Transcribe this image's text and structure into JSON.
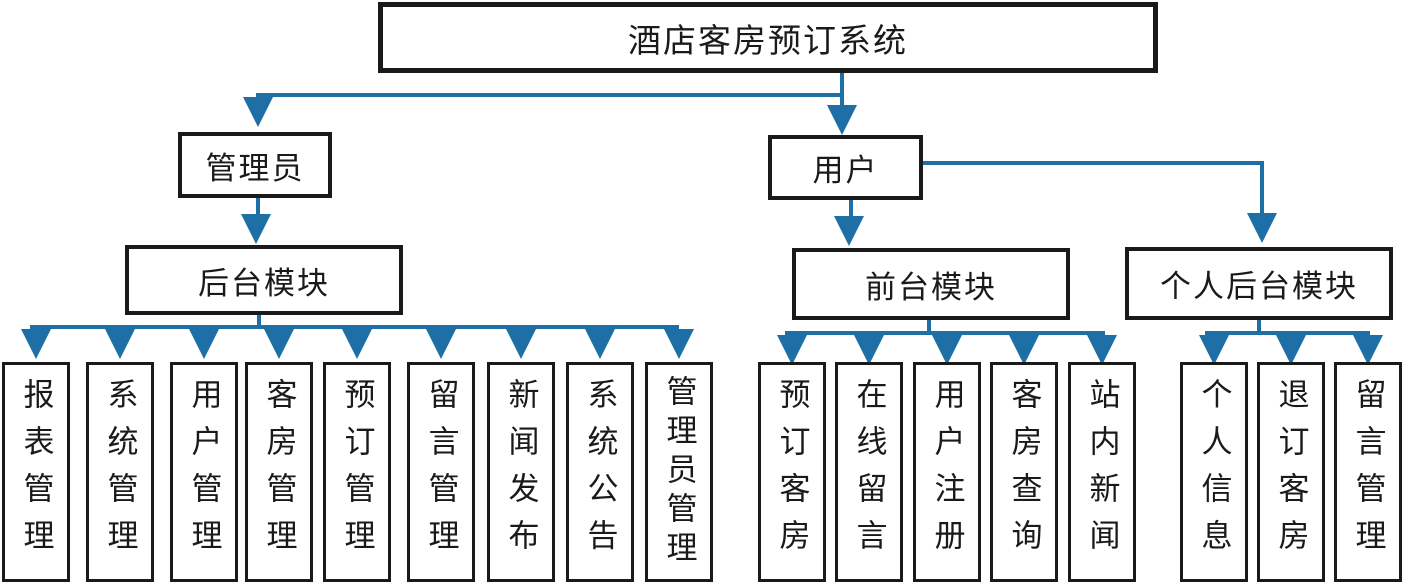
{
  "diagram": {
    "title": "酒店客房预订系统",
    "actors": {
      "admin": "管理员",
      "user": "用户"
    },
    "modules": {
      "backend": "后台模块",
      "frontend": "前台模块",
      "personal": "个人后台模块"
    },
    "backend_children": [
      "报表管理",
      "系统管理",
      "用户管理",
      "客房管理",
      "预订管理",
      "留言管理",
      "新闻发布",
      "系统公告",
      "管理员管理"
    ],
    "frontend_children": [
      "预订客房",
      "在线留言",
      "用户注册",
      "客房查询",
      "站内新闻"
    ],
    "personal_children": [
      "个人信息",
      "退订客房",
      "留言管理"
    ],
    "colors": {
      "connector_blue": "#1e6fa6",
      "box_border": "#1a1a1a"
    }
  }
}
